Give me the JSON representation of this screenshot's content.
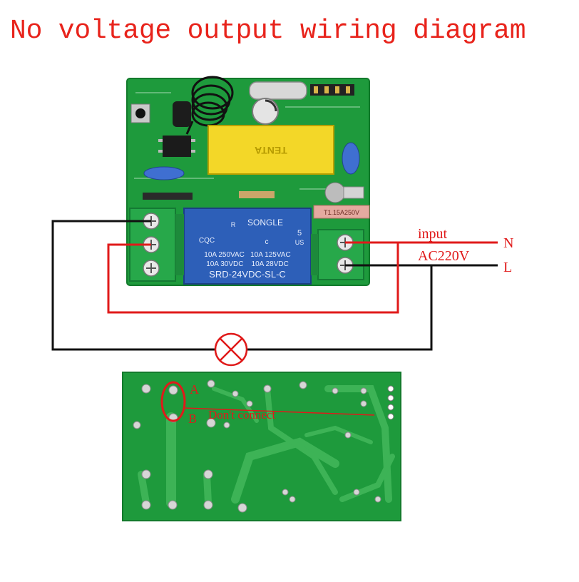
{
  "title": "No voltage output wiring diagram",
  "colors": {
    "title": "#e8231b",
    "pcb": "#1e9a3c",
    "trace": "#c42a2a",
    "wire_black": "#111111",
    "wire_red": "#e01a1a",
    "relay": "#2d5fb8",
    "terminal": "#27a84a",
    "transformer": "#f3d728"
  },
  "relay": {
    "brand": "SONGLE",
    "rating_line1": "10A 250VAC   10A 125VAC",
    "rating_line2": "10A 30VDC    10A 28VDC",
    "model": "SRD-24VDC-SL-C",
    "mark_5": "5",
    "mark_us": "US",
    "mark_c": "c",
    "mark_r": "R",
    "mark_cqc": "CQC"
  },
  "transformer": {
    "label": "TENTA"
  },
  "fuse": {
    "label": "T1.15A250V"
  },
  "input": {
    "label": "input",
    "voltage": "AC220V",
    "n": "N",
    "l": "L"
  },
  "back_board": {
    "point_a": "A",
    "point_b": "B",
    "warning": "Don't connect"
  }
}
